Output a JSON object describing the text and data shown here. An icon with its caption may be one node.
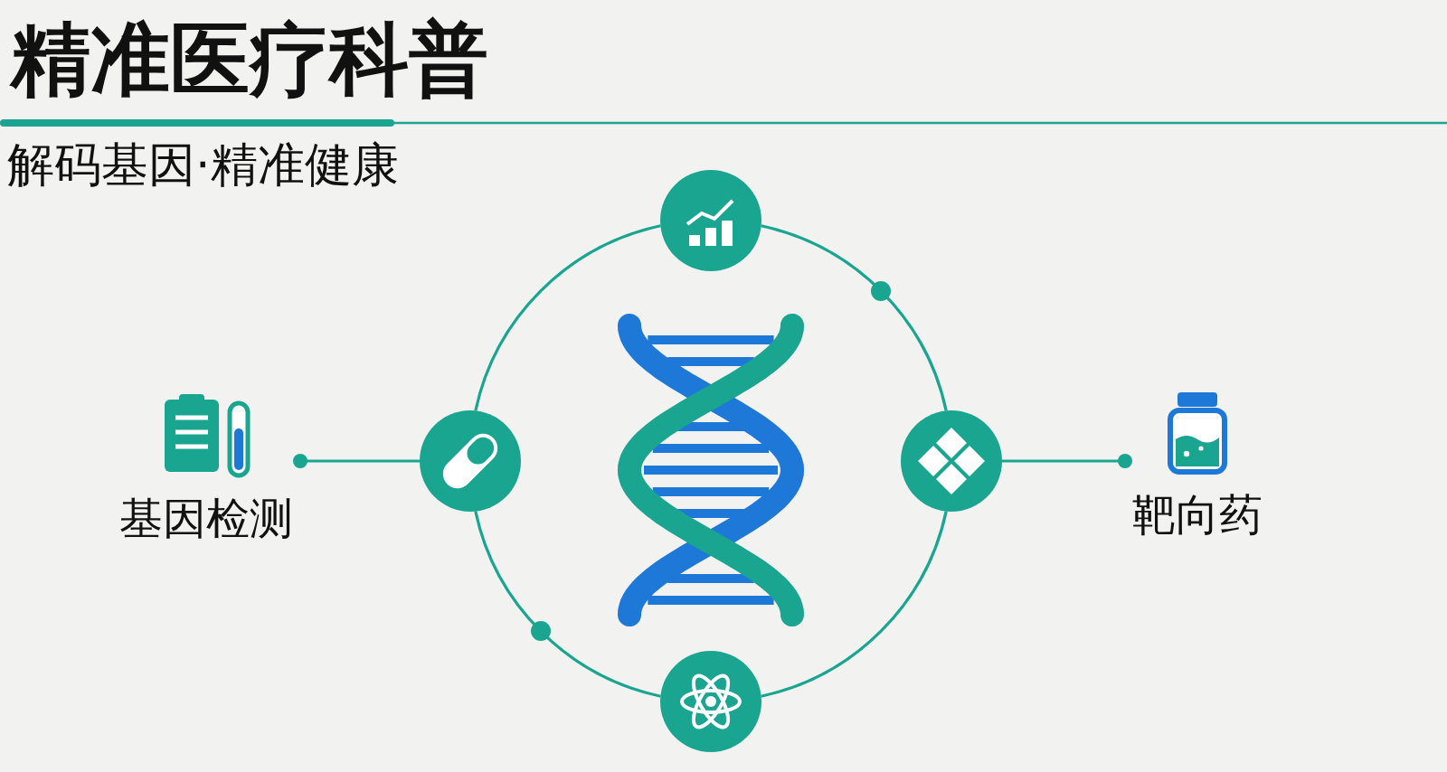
{
  "diagram": {
    "title": "精准医疗科普",
    "nodes": [
      {
        "text": [
          "基因检测"
        ]
      },
      {
        "text": [],
        "shape": "circle"
      },
      {
        "text": [],
        "shape": "circle"
      },
      {
        "text": [],
        "shape": "circle"
      },
      {
        "text": [],
        "shape": "circle"
      },
      {
        "text": [
          "靶向药"
        ]
      }
    ],
    "edges": [
      {
        "from": 0,
        "to": 1,
        "arrow": "other"
      },
      {
        "from": 1,
        "to": 2,
        "arrow": "none"
      },
      {
        "from": 2,
        "to": 3,
        "arrow": "none"
      },
      {
        "from": 3,
        "to": 4,
        "arrow": "none"
      },
      {
        "from": 4,
        "to": 1,
        "arrow": "none"
      },
      {
        "from": 3,
        "to": 5,
        "arrow": "other"
      }
    ],
    "labels": [
      "解码基因·精准健康"
    ]
  }
}
